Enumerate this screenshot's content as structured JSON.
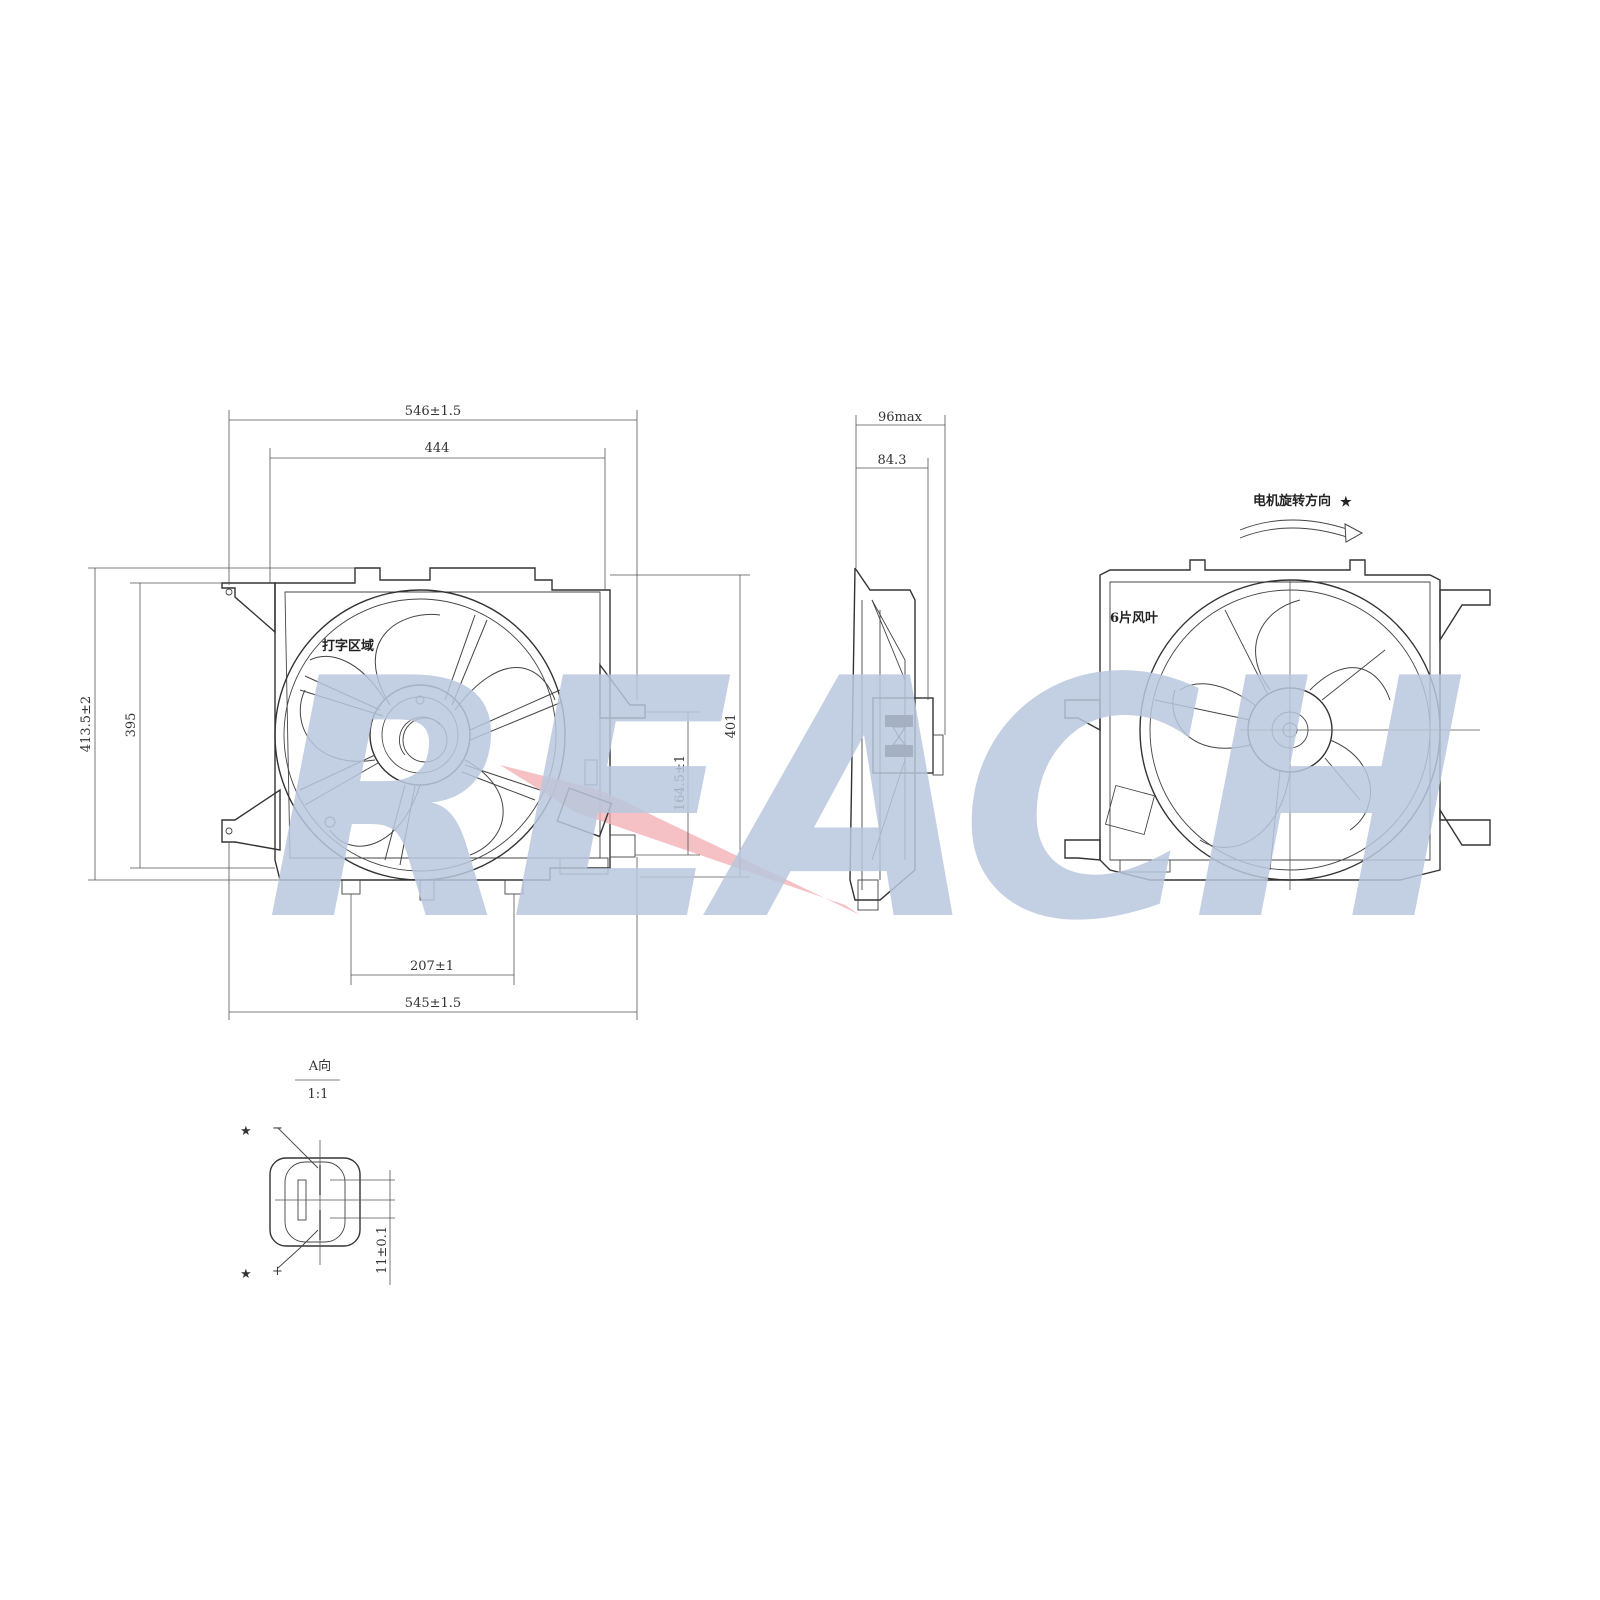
{
  "watermark": "REACH",
  "accent_color": "#b9c7dd",
  "highlight_color": "#f2b2b6",
  "front_view": {
    "dims": {
      "width_top": "546±1.5",
      "shroud_width": "444",
      "height_overall": "413.5±2",
      "height_inner": "395",
      "height_right": "401",
      "offset_vertical": "164.5±1",
      "mount_spacing": "207±1",
      "width_bottom": "545±1.5"
    },
    "marking_area_label": "打字区域"
  },
  "side_view": {
    "dims": {
      "depth_max": "96max",
      "depth": "84.3"
    }
  },
  "rear_view": {
    "rotation_label": "电机旋转方向",
    "star_mark": "★",
    "blade_label": "6片风叶"
  },
  "connector_view": {
    "view_label": "A向",
    "scale": "1:1",
    "minus_label": "−",
    "plus_label": "+",
    "star_mark": "★",
    "pin_dim": "11±0.1"
  }
}
